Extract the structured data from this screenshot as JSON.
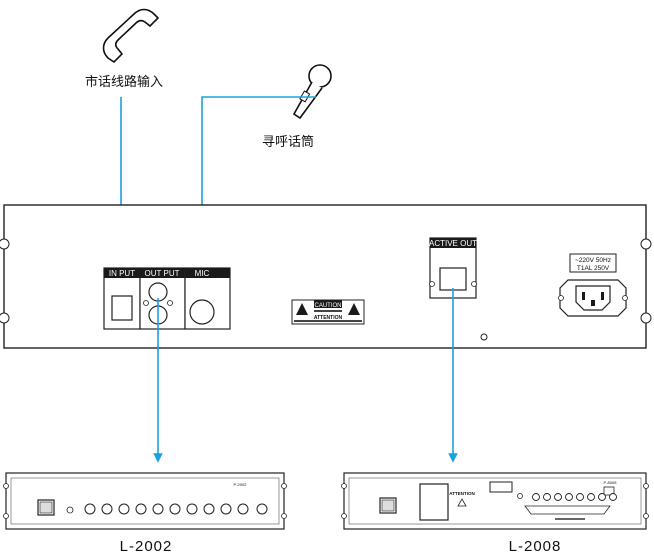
{
  "labels": {
    "phone_input": "市话线路输入",
    "paging_mic": "寻呼话筒"
  },
  "panel": {
    "input_tag": "IN PUT",
    "output_tag": "OUT PUT",
    "mic_tag": "MIC",
    "active_out_tag": "ACTIVE OUT",
    "power_rating_1": "~220V 50Hz",
    "power_rating_2": "T1AL 250V",
    "caution_title": "CAUTION",
    "attention_title": "ATTENTION"
  },
  "devices": {
    "left_model": "L-2002",
    "right_model": "L-2008",
    "left_badge": "P-2002",
    "right_badge": "P-8008",
    "right_attention": "ATTENTION"
  },
  "colors": {
    "wire": "#1aa2e0",
    "outline": "#222222",
    "tag_fill": "#1a1a1a"
  }
}
